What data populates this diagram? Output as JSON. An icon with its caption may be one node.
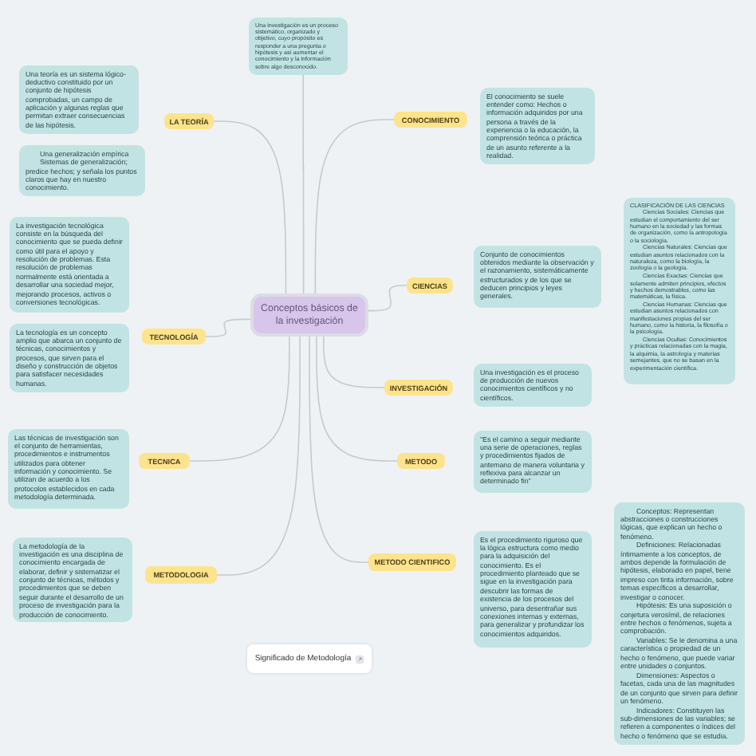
{
  "diagram": {
    "nodes": [
      {
        "text": [
          "Conceptos básicos de la investigación"
        ]
      },
      {
        "text": [
          "Una investigación es un proceso sistemático, organizado y objetivo, cuyo propósito es responder a una pregunta o hipótesis y así aumentar el conocimiento y la información sobre algo desconocido."
        ]
      },
      {
        "text": [
          "LA TEORÍA"
        ]
      },
      {
        "text": [
          "Una teoría es un sistema lógico-deductivo constituido por un conjunto de hipótesis comprobadas, un campo de aplicación y algunas reglas que permitan extraer consecuencias de las hipótesis."
        ]
      },
      {
        "text": [
          "Una generalización empírica",
          "Sistemas de generalización; predice hechos; y señala los puntos claros que hay en nuestro conocimiento."
        ]
      },
      {
        "text": [
          "CONOCIMIENTO"
        ]
      },
      {
        "text": [
          "El conocimiento se suele entender como: Hechos o información adquiridos por una persona a través de la experiencia o la educación, la comprensión teórica o práctica de un asunto referente a la realidad."
        ]
      },
      {
        "text": [
          "La investigación tecnológica consiste en la búsqueda del conocimiento que se pueda definir como útil para el apoyo y resolución de problemas. Esta resolución de problemas normalmente está orientada a desarrollar una sociedad mejor, mejorando procesos, activos o conversiones tecnológicas."
        ]
      },
      {
        "text": [
          "TECNOLOGÍA"
        ]
      },
      {
        "text": [
          "La tecnología es un concepto amplio que abarca un conjunto de técnicas, conocimientos y procesos, que sirven para el diseño y construcción de objetos para satisfacer necesidades humanas."
        ]
      },
      {
        "text": [
          "CIENCIAS"
        ]
      },
      {
        "text": [
          "Conjunto de conocimientos obtenidos mediante la observación y el razonamiento, sistemáticamente estructurados y de los que se deducen principios y leyes generales."
        ]
      },
      {
        "text": [
          "CLASIFICACIÓN DE LAS CIENCIAS",
          "Ciencias Sociales: Ciencias que estudian el comportamiento del ser humano en la sociedad y las formas de organización, como la antropología o la sociología.",
          "Ciencias Naturales: Ciencias que estudian asuntos relacionados con la naturaleza, como la biología, la zoología o la geología.",
          "Ciencias Exactas: Ciencias que solamente admiten principios, efectos y hechos demostrables, como las matemáticas, la física.",
          "Ciencias Humanas: Ciencias que estudian asuntos relacionados con manifestaciones propias del ser humano, como la historia, la filosofía o la psicología.",
          "Ciencias Ocultas: Conocimientos y prácticas relacionadas con la magia, la alquimia, la astrología y materias semejantes, que no se basan en la experimentación científica."
        ]
      },
      {
        "text": [
          "INVESTIGACIÓN"
        ]
      },
      {
        "text": [
          "Una investigación es el proceso de producción de nuevos conocimientos científicos y no científicos."
        ]
      },
      {
        "text": [
          "TECNICA"
        ]
      },
      {
        "text": [
          "Las técnicas de investigación son el conjunto de herramientas, procedimientos e instrumentos utilizados para obtener información y conocimiento. Se utilizan de acuerdo a los protocolos establecidos en cada metodología determinada."
        ]
      },
      {
        "text": [
          "METODO"
        ]
      },
      {
        "text": [
          "\"Es el camino a seguir mediante una serie de operaciones, reglas y procedimientos fijados de antemano de manera voluntaria y reflexiva para alcanzar un determinado fin\""
        ]
      },
      {
        "text": [
          "METODOLOGIA"
        ]
      },
      {
        "text": [
          "La metodología de la investigación es una disciplina de conocimiento encargada de elaborar, definir y sistematizar el conjunto de técnicas, métodos y procedimientos que se deben seguir durante el desarrollo de un proceso de investigación para la producción de conocimiento."
        ]
      },
      {
        "text": [
          "METODO CIENTIFICO"
        ]
      },
      {
        "text": [
          "Es el procedimiento riguroso que la lógica estructura como medio para la adquisición del conocimiento. Es el procedimiento planteado que se sigue en la investigación para descubrir las formas de existencia de los procesos del universo, para desentrañar sus conexiones internas y externas, para generalizar y profundizar los conocimientos adquiridos."
        ]
      },
      {
        "text": [
          "Conceptos: Representan abstracciones o construcciones lógicas, que explican un hecho o fenómeno.",
          "Definiciones: Relacionadas íntimamente a los conceptos, de ambos depende la formulación de hipótesis, elaborado en papel, tiene impreso con tinta información, sobre temas específicos a desarrollar, investigar o conocer.",
          "Hipótesis: Es una suposición o conjetura verosímil, de relaciones entre hechos o fenómenos, sujeta a comprobación.",
          "Variables: Se le denomina a una característica o propiedad de un hecho o fenómeno, que puede variar entre unidades o conjuntos.",
          "Dimensiones: Aspectos o facetas, cada una de las magnitudes de un conjunto que sirven para definir un fenómeno.",
          "Indicadores: Constituyen las sub-dimensiones de las variables; se refieren a componentes o índices del hecho o fenómeno que se estudia."
        ]
      },
      {
        "text": [
          "Significado de Metodología"
        ]
      }
    ],
    "edges": [
      {
        "from": 0,
        "to": 1,
        "arrow": "none"
      },
      {
        "from": 0,
        "to": 2,
        "arrow": "none"
      },
      {
        "from": 0,
        "to": 5,
        "arrow": "none"
      },
      {
        "from": 0,
        "to": 8,
        "arrow": "none"
      },
      {
        "from": 0,
        "to": 10,
        "arrow": "none"
      },
      {
        "from": 0,
        "to": 13,
        "arrow": "none"
      },
      {
        "from": 0,
        "to": 15,
        "arrow": "none"
      },
      {
        "from": 0,
        "to": 17,
        "arrow": "none"
      },
      {
        "from": 0,
        "to": 19,
        "arrow": "none"
      },
      {
        "from": 0,
        "to": 21,
        "arrow": "none"
      }
    ]
  }
}
